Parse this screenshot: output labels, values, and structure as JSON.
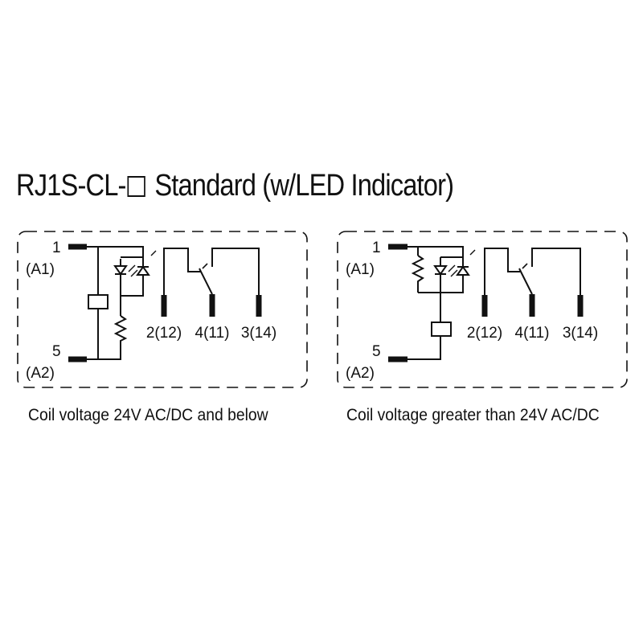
{
  "title": {
    "prefix": "RJ1S-CL-",
    "suffix": " Standard (w/LED Indicator)"
  },
  "diagrams": [
    {
      "terminal_top_number": "1",
      "terminal_top_name": "(A1)",
      "terminal_bottom_number": "5",
      "terminal_bottom_name": "(A2)",
      "contact_labels": [
        "2(12)",
        "4(11)",
        "3(14)"
      ],
      "caption": "Coil voltage 24V AC/DC and below"
    },
    {
      "terminal_top_number": "1",
      "terminal_top_name": "(A1)",
      "terminal_bottom_number": "5",
      "terminal_bottom_name": "(A2)",
      "contact_labels": [
        "2(12)",
        "4(11)",
        "3(14)"
      ],
      "caption": "Coil voltage greater than 24V AC/DC"
    }
  ]
}
